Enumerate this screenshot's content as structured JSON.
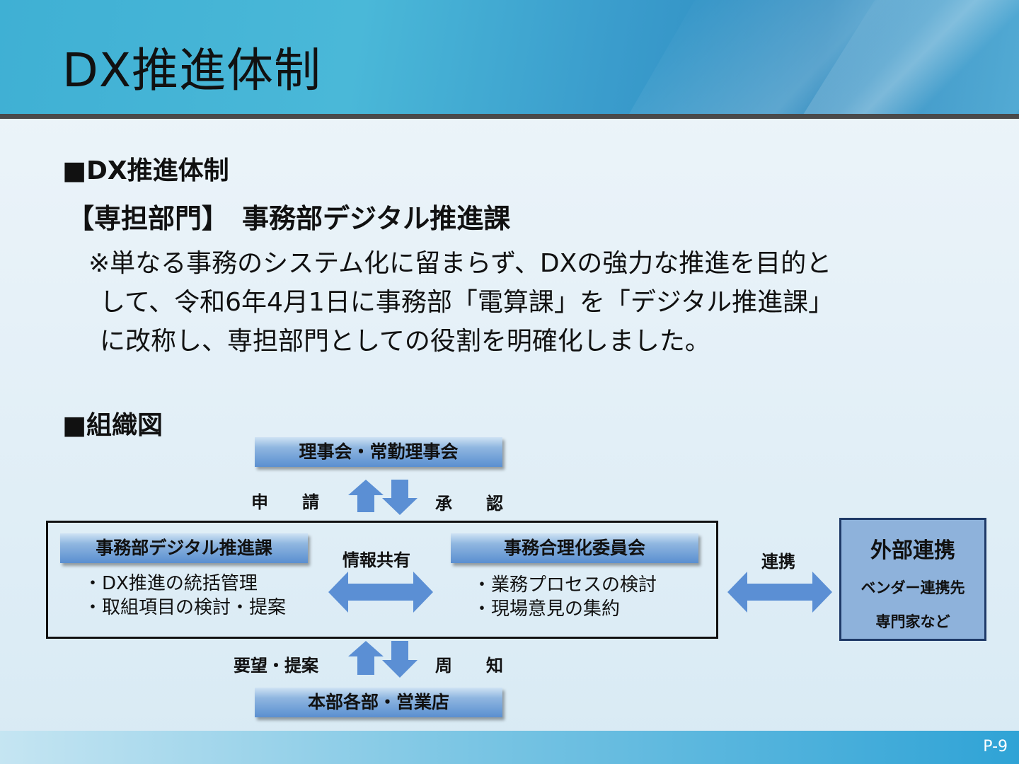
{
  "header": {
    "title": "DX推進体制"
  },
  "section1": {
    "heading": "■DX推進体制",
    "dept": "【専担部門】　事務部デジタル推進課",
    "note_line1": "※単なる事務のシステム化に留まらず、DXの強力な推進を目的と",
    "note_line2": "して、令和6年4月1日に事務部「電算課」を「デジタル推進課」",
    "note_line3": "に改称し、専担部門としての役割を明確化しました。"
  },
  "section2": {
    "heading": "■組織図"
  },
  "org": {
    "top_box": "理事会・常勤理事会",
    "top_left_label": "申　　請",
    "top_right_label": "承　　認",
    "left_box": "事務部デジタル推進課",
    "left_items": [
      "DX推進の統括管理",
      "取組項目の検討・提案"
    ],
    "center_label": "情報共有",
    "right_box": "事務合理化委員会",
    "right_items": [
      "業務プロセスの検討",
      "現場意見の集約"
    ],
    "link_label": "連携",
    "external": {
      "title": "外部連携",
      "line1": "ベンダー連携先",
      "line2": "専門家など"
    },
    "bottom_left_label": "要望・提案",
    "bottom_right_label": "周　　知",
    "bottom_box": "本部各部・営業店"
  },
  "footer": {
    "page": "P-9"
  },
  "colors": {
    "arrow": "#5b8fd4",
    "box_bar": "#5a8fd0",
    "external_box": "#8eb2db",
    "external_border": "#1f3a68"
  }
}
